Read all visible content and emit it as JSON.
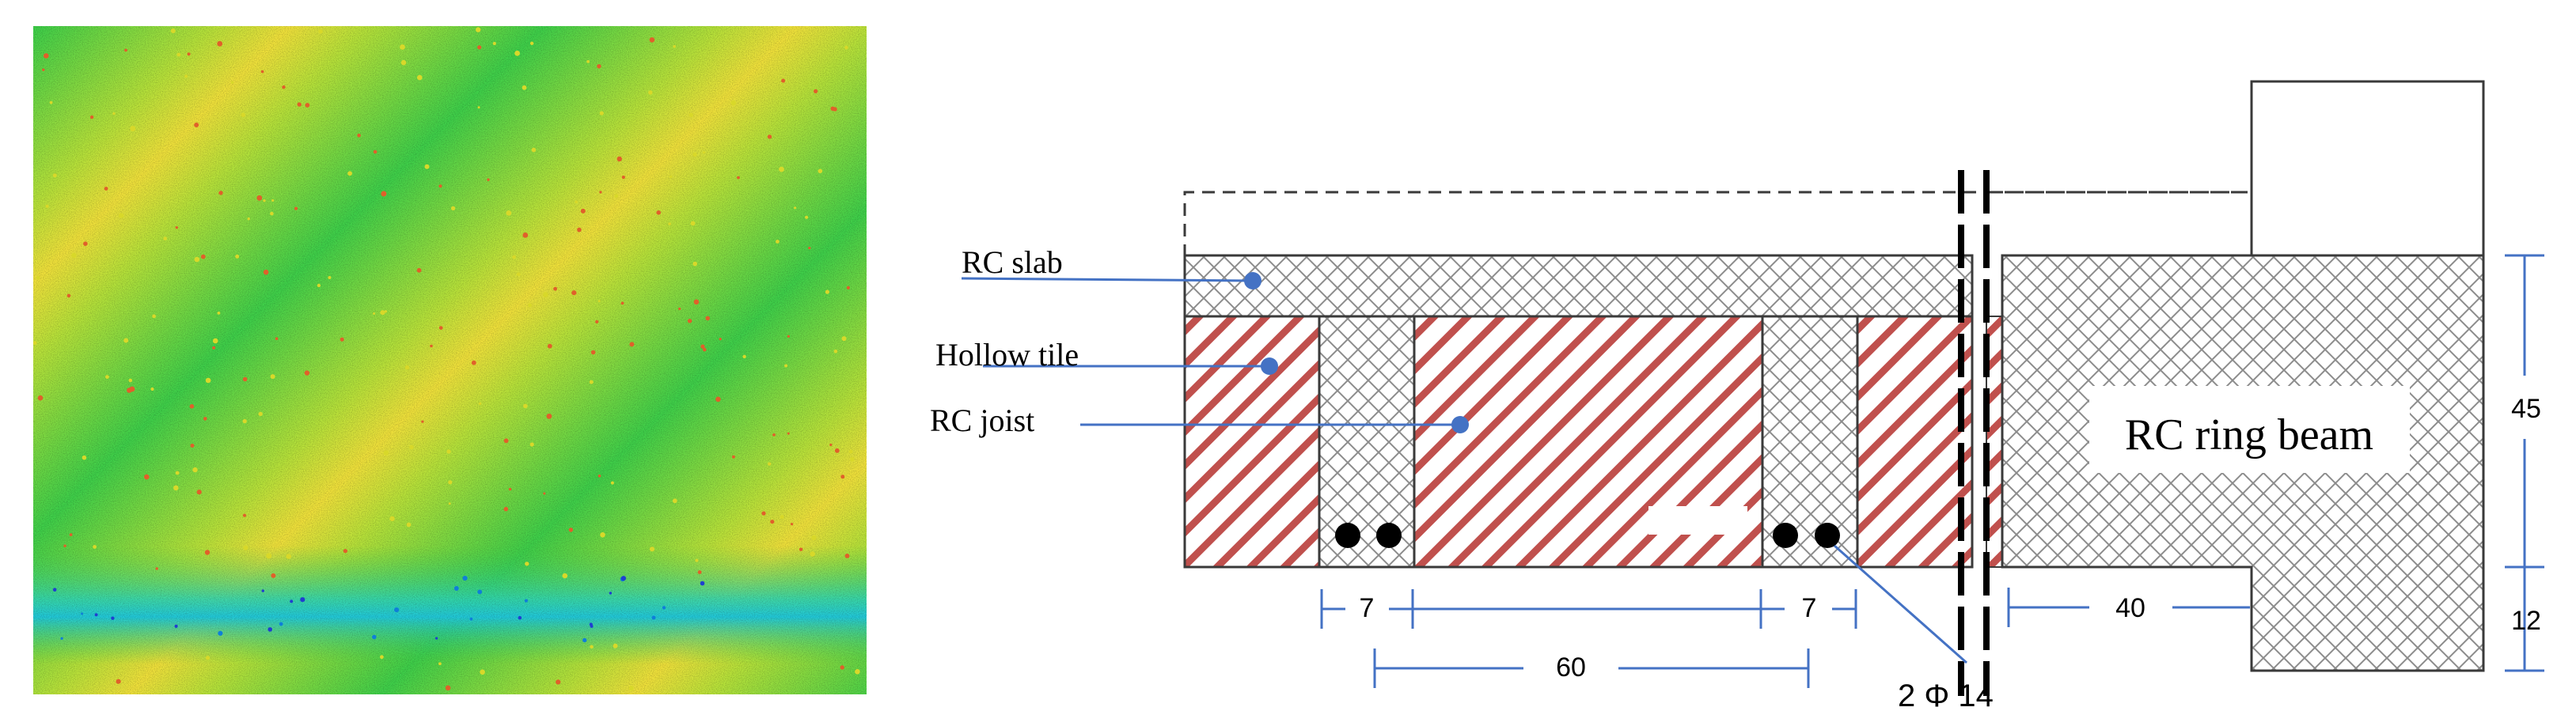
{
  "labels": {
    "rc_slab": "RC slab",
    "hollow_tile": "Hollow tile",
    "rc_joist": "RC joist",
    "rc_ring_beam": "RC ring beam",
    "rebar": "2 Φ 14"
  },
  "dimensions": {
    "joist_width_left": "7",
    "joist_width_right": "7",
    "joist_spacing": "60",
    "beam_bearing": "40",
    "beam_depth": "45",
    "beam_drop": "12"
  },
  "colors": {
    "tile_hatch": "#c0504d",
    "concrete_hatch": "#8c8c8c",
    "leader_line": "#4472c4",
    "outline": "#3a3a3a",
    "dimension_line": "#4472c4"
  }
}
